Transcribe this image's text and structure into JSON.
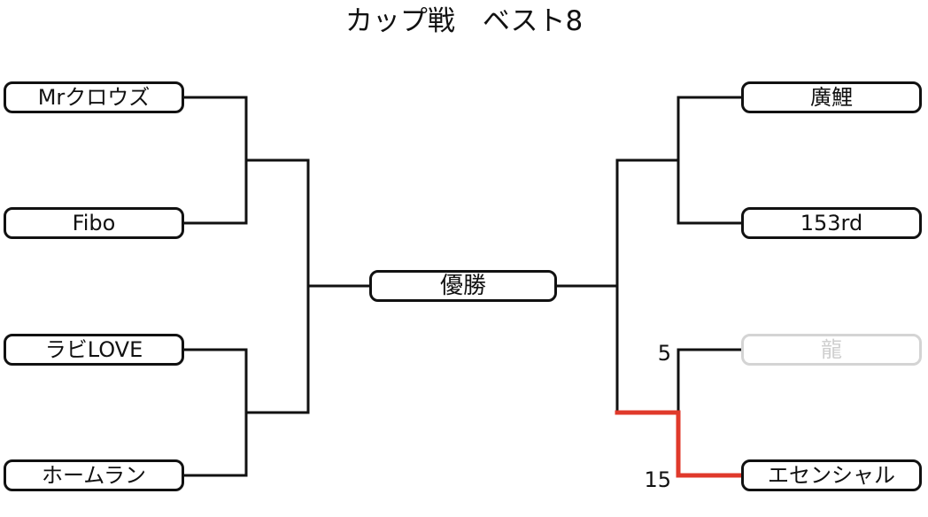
{
  "title": "カップ戦　ベスト8",
  "champion": "優勝",
  "left_teams": [
    "Mrクロウズ",
    "Fibo",
    "ラビLOVE",
    "ホームラン"
  ],
  "right_teams": [
    "廣鯉",
    "153rd",
    "龍",
    "エセンシャル"
  ],
  "scores": {
    "ryu": "5",
    "essential": "15"
  },
  "colors": {
    "line": "#111111",
    "winner_path": "#e0392b",
    "eliminated": "#d4d4d4"
  }
}
